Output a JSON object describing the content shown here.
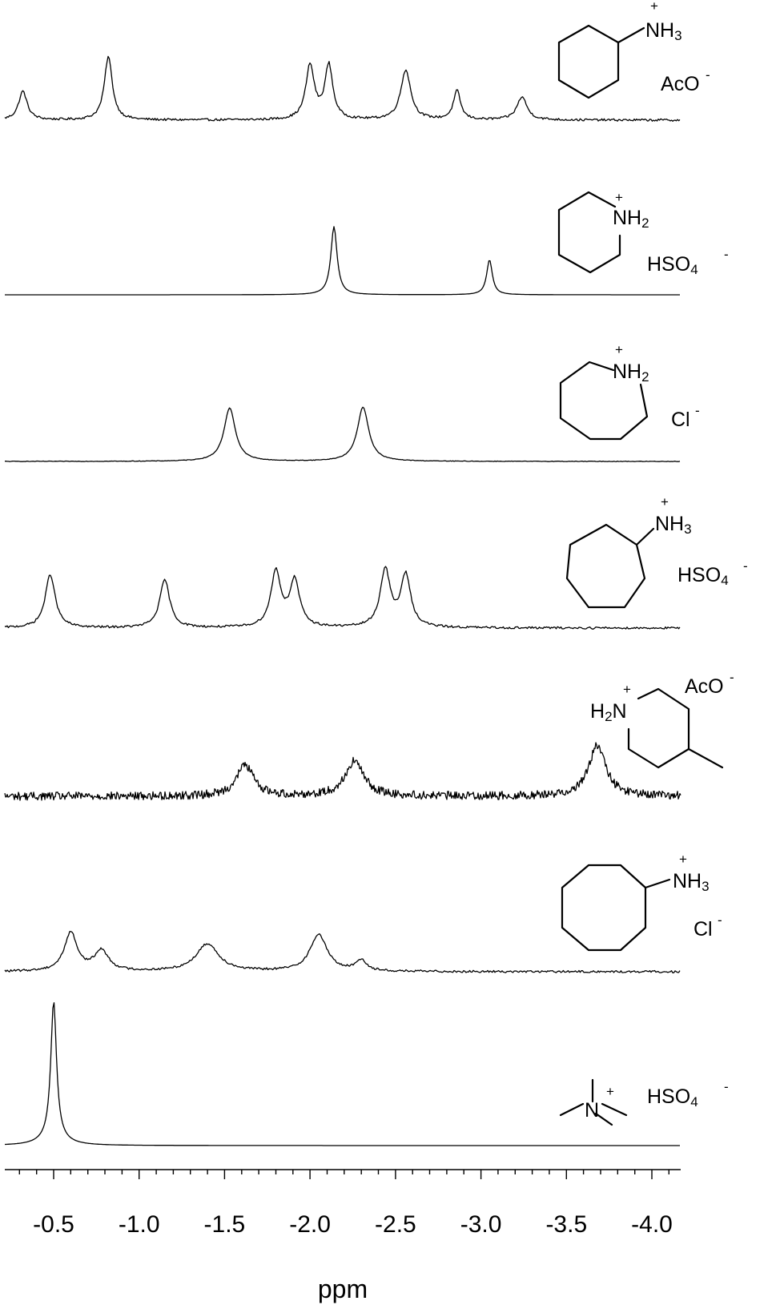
{
  "chart_data": {
    "type": "line",
    "xlabel": "ppm",
    "x_axis": {
      "reversed": true,
      "range": [
        -0.2,
        -4.2
      ],
      "ticks": [
        {
          "value": -0.5,
          "label": "-0.5"
        },
        {
          "value": -1.0,
          "label": "-1.0"
        },
        {
          "value": -1.5,
          "label": "-1.5"
        },
        {
          "value": -2.0,
          "label": "-2.0"
        },
        {
          "value": -2.5,
          "label": "-2.5"
        },
        {
          "value": -3.0,
          "label": "-3.0"
        },
        {
          "value": -3.5,
          "label": "-3.5"
        },
        {
          "value": -4.0,
          "label": "-4.0"
        }
      ],
      "minor_step": 0.1
    },
    "grid": false,
    "legend": "none",
    "series": [
      {
        "compound": "cyclohexylammonium acetate",
        "molecule_labels": {
          "cation": "NH3",
          "charge": "+",
          "anion": "AcO",
          "anion_charge": "-"
        },
        "baseline": 0.0,
        "noise": 0.012,
        "peaks": [
          {
            "ppm": -0.32,
            "height": 0.3,
            "width": 0.03
          },
          {
            "ppm": -0.82,
            "height": 0.66,
            "width": 0.028
          },
          {
            "ppm": -2.0,
            "height": 0.56,
            "width": 0.03
          },
          {
            "ppm": -2.11,
            "height": 0.56,
            "width": 0.028
          },
          {
            "ppm": -2.56,
            "height": 0.52,
            "width": 0.035
          },
          {
            "ppm": -2.86,
            "height": 0.3,
            "width": 0.025
          },
          {
            "ppm": -3.24,
            "height": 0.24,
            "width": 0.035
          }
        ]
      },
      {
        "compound": "piperidinium hydrogen sulfate",
        "molecule_labels": {
          "cation": "NH2",
          "charge": "+",
          "anion": "HSO4",
          "anion_charge": "-"
        },
        "baseline": 0.0,
        "noise": 0.0,
        "peaks": [
          {
            "ppm": -2.14,
            "height": 0.74,
            "width": 0.022
          },
          {
            "ppm": -3.05,
            "height": 0.38,
            "width": 0.02
          }
        ]
      },
      {
        "compound": "azepanium chloride",
        "molecule_labels": {
          "cation": "NH2",
          "charge": "+",
          "anion": "Cl",
          "anion_charge": "-"
        },
        "baseline": 0.0,
        "noise": 0.003,
        "peaks": [
          {
            "ppm": -1.53,
            "height": 0.58,
            "width": 0.04
          },
          {
            "ppm": -2.31,
            "height": 0.59,
            "width": 0.04
          }
        ]
      },
      {
        "compound": "cycloheptylammonium hydrogen sulfate",
        "molecule_labels": {
          "cation": "NH3",
          "charge": "+",
          "anion": "HSO4",
          "anion_charge": "-"
        },
        "baseline": 0.0,
        "noise": 0.012,
        "peaks": [
          {
            "ppm": -0.48,
            "height": 0.58,
            "width": 0.035
          },
          {
            "ppm": -1.15,
            "height": 0.52,
            "width": 0.035
          },
          {
            "ppm": -1.8,
            "height": 0.6,
            "width": 0.035
          },
          {
            "ppm": -1.91,
            "height": 0.5,
            "width": 0.035
          },
          {
            "ppm": -2.44,
            "height": 0.62,
            "width": 0.035
          },
          {
            "ppm": -2.56,
            "height": 0.56,
            "width": 0.035
          }
        ]
      },
      {
        "compound": "4-methylpiperidinium acetate",
        "molecule_labels": {
          "cation": "H2N",
          "charge": "+",
          "anion": "AcO",
          "anion_charge": "-"
        },
        "baseline": 0.0,
        "noise": 0.045,
        "peaks": [
          {
            "ppm": -1.62,
            "height": 0.34,
            "width": 0.06
          },
          {
            "ppm": -2.26,
            "height": 0.38,
            "width": 0.065
          },
          {
            "ppm": -3.68,
            "height": 0.55,
            "width": 0.06
          }
        ]
      },
      {
        "compound": "cyclooctylammonium chloride",
        "molecule_labels": {
          "cation": "NH3",
          "charge": "+",
          "anion": "Cl",
          "anion_charge": "-"
        },
        "baseline": 0.0,
        "noise": 0.012,
        "peaks": [
          {
            "ppm": -0.6,
            "height": 0.42,
            "width": 0.045
          },
          {
            "ppm": -0.78,
            "height": 0.22,
            "width": 0.05
          },
          {
            "ppm": -1.4,
            "height": 0.3,
            "width": 0.08
          },
          {
            "ppm": -2.05,
            "height": 0.4,
            "width": 0.06
          },
          {
            "ppm": -2.3,
            "height": 0.12,
            "width": 0.035
          }
        ]
      },
      {
        "compound": "tetramethylammonium hydrogen sulfate",
        "molecule_labels": {
          "cation": "N",
          "charge": "+",
          "anion": "HSO4",
          "anion_charge": "-"
        },
        "baseline": 0.0,
        "noise": 0.0,
        "peaks": [
          {
            "ppm": -0.5,
            "height": 1.0,
            "width": 0.02
          },
          {
            "ppm": -0.5,
            "height": 0.05,
            "width": 0.08
          }
        ]
      }
    ]
  }
}
